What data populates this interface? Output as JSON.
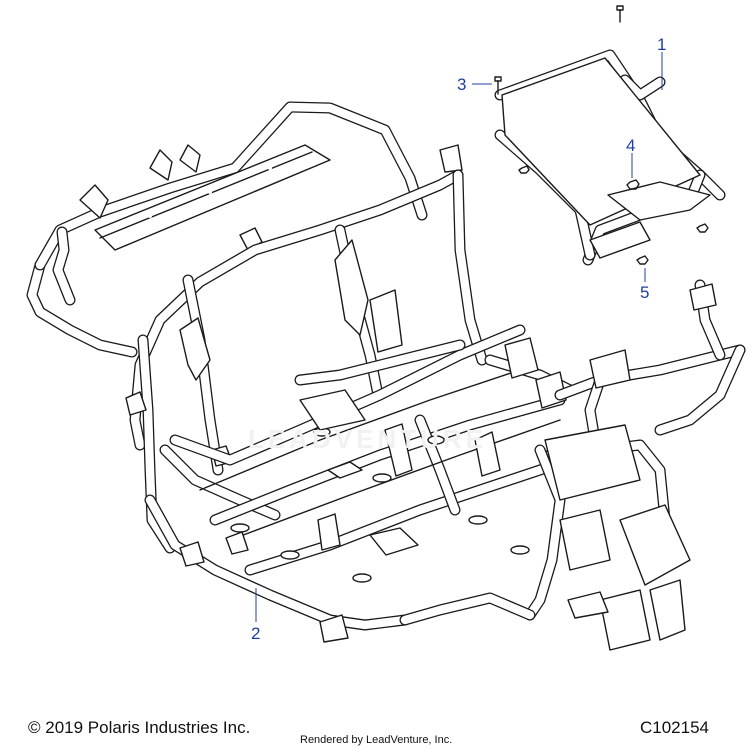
{
  "callouts": [
    {
      "id": "1",
      "label": "1"
    },
    {
      "id": "2",
      "label": "2"
    },
    {
      "id": "3",
      "label": "3"
    },
    {
      "id": "4",
      "label": "4"
    },
    {
      "id": "5",
      "label": "5"
    }
  ],
  "watermark": "LEADVENTURE",
  "footer": {
    "copyright": "© 2019 Polaris Industries Inc.",
    "rendered_by": "Rendered by LeadVenture, Inc.",
    "diagram_code": "C102154"
  },
  "colors": {
    "callout": "#1f3f9e",
    "line": "#1a1a1a",
    "background": "#ffffff"
  }
}
